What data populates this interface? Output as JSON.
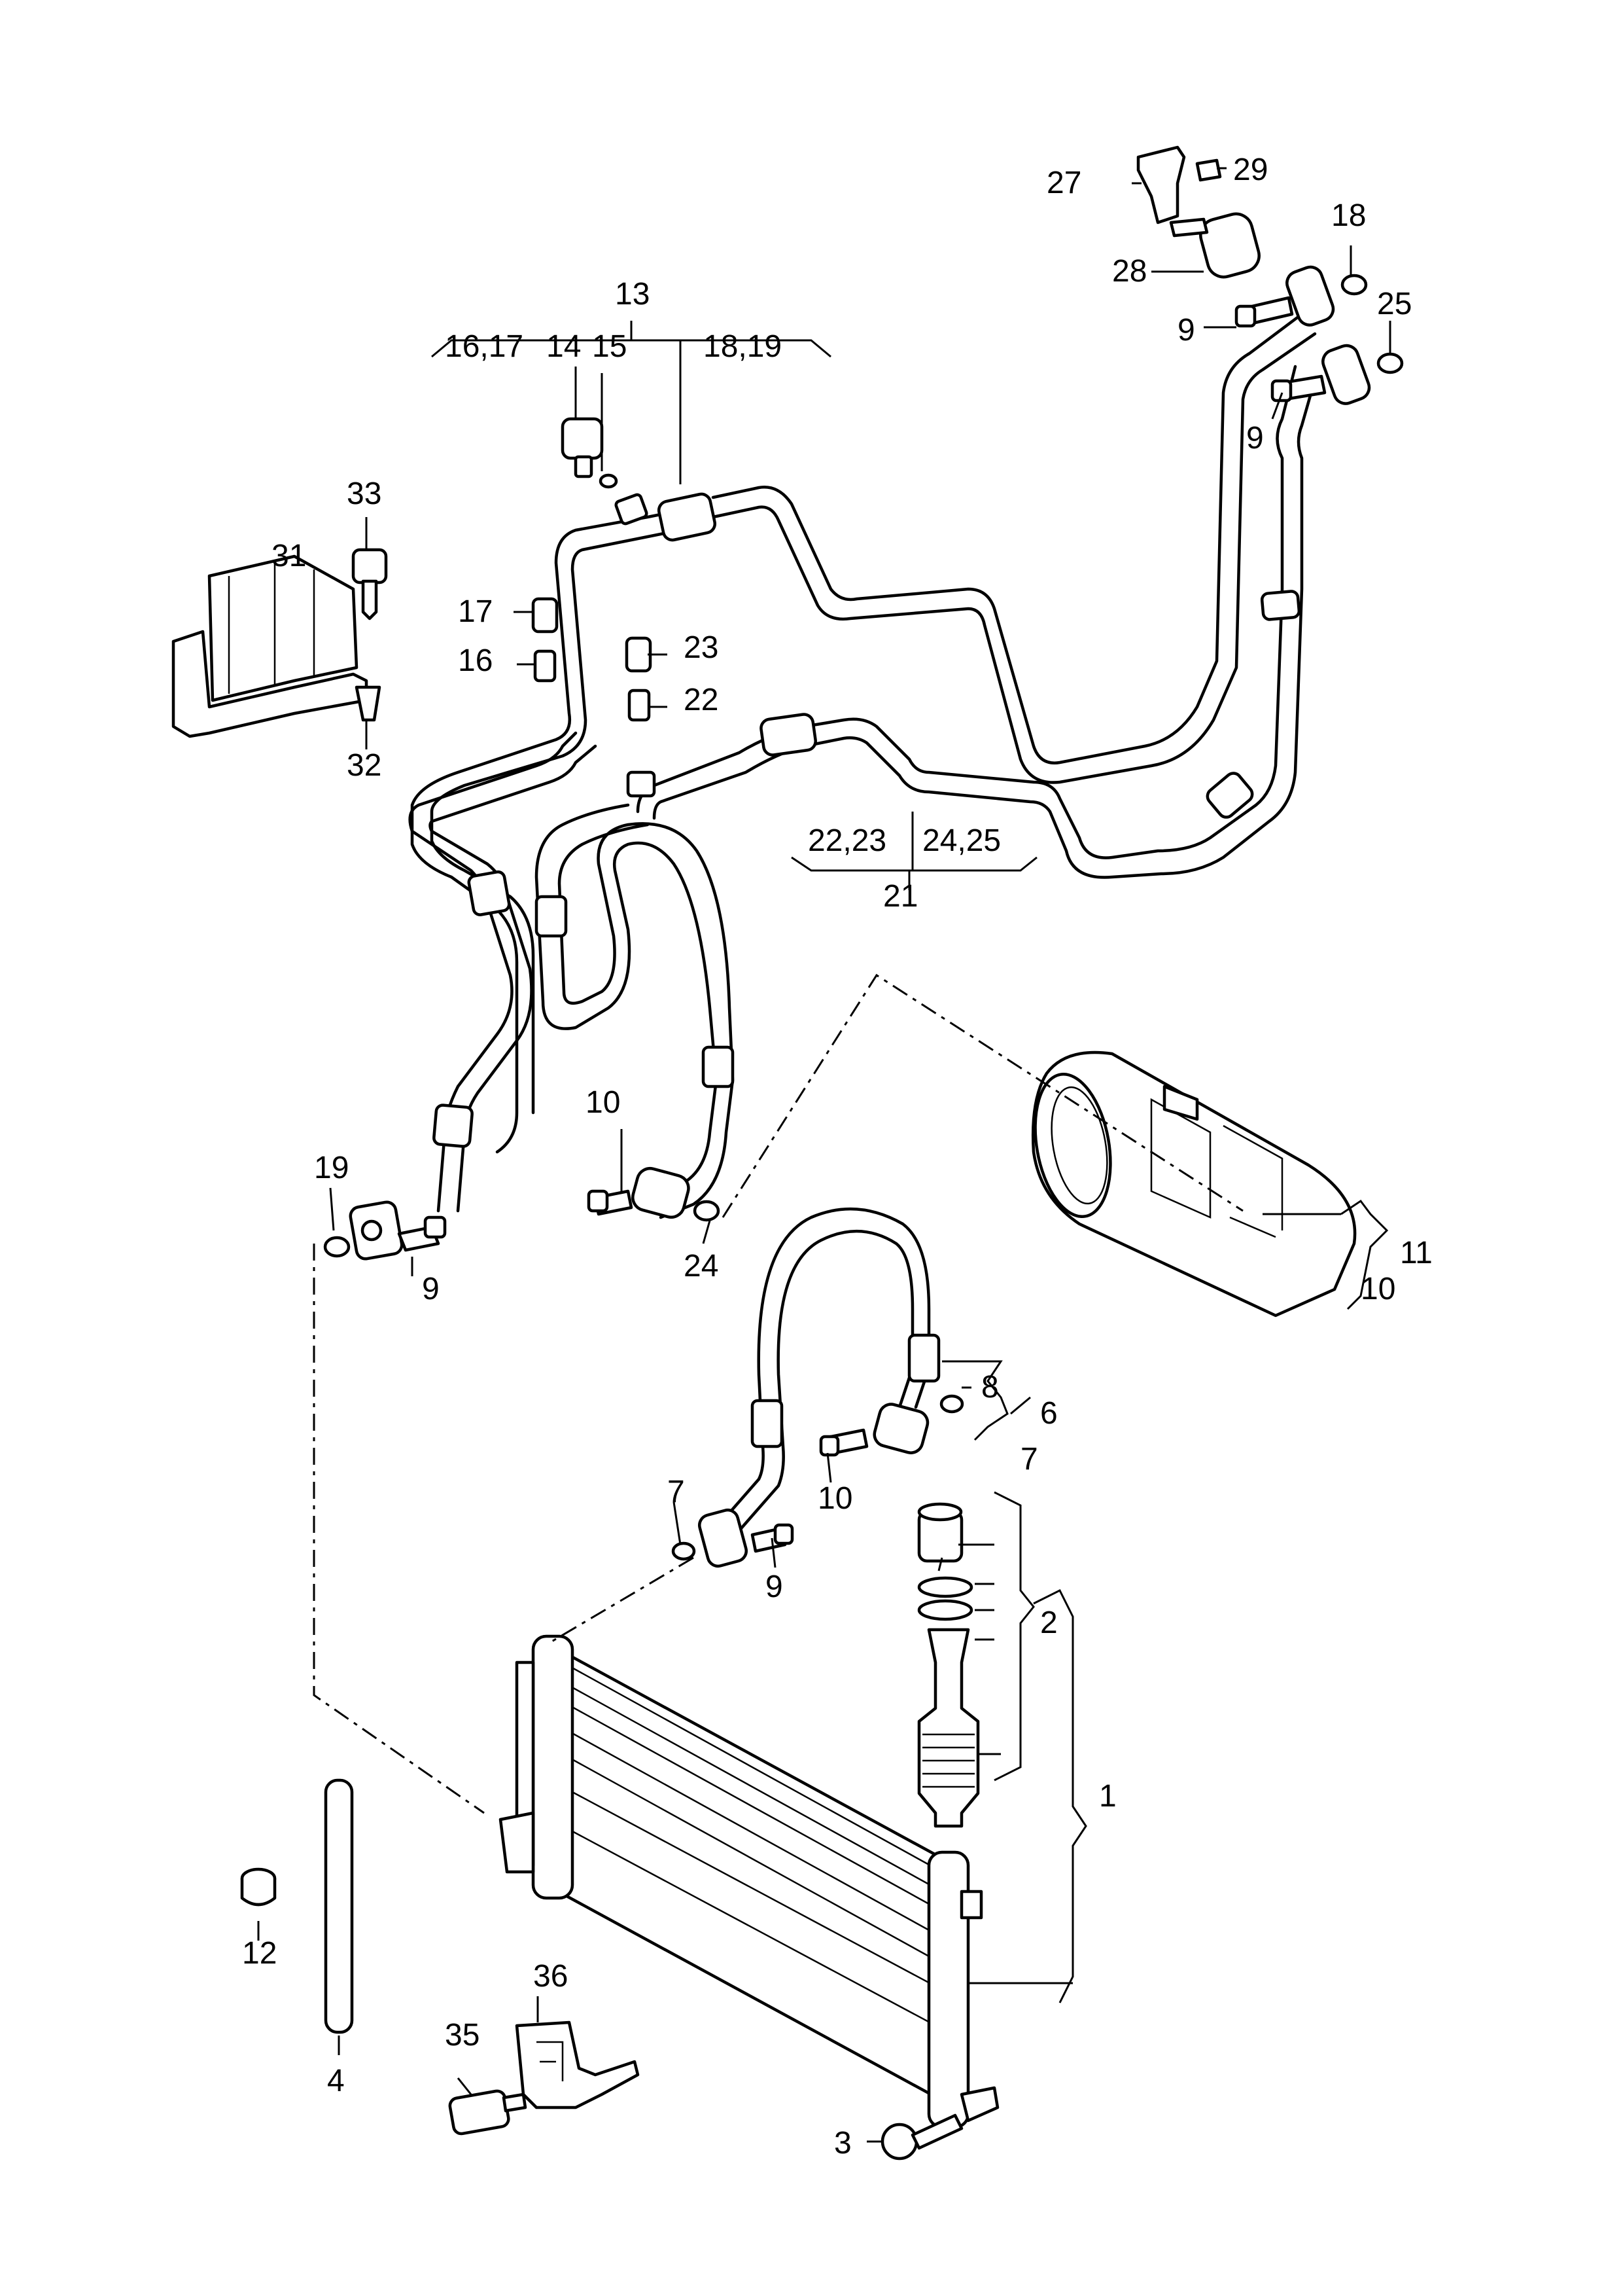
{
  "callouts": {
    "c1": "1",
    "c2": "2",
    "c3": "3",
    "c4": "4",
    "c6": "6",
    "c7a": "7",
    "c7b": "7",
    "c8": "8",
    "c9a": "9",
    "c9b": "9",
    "c9c": "9",
    "c9d": "9",
    "c10a": "10",
    "c10b": "10",
    "c10c": "10",
    "c11": "11",
    "c12": "12",
    "c13": "13",
    "c14": "14",
    "c15": "15",
    "c1617a": "16,17",
    "c16": "16",
    "c17": "17",
    "c18": "18",
    "c1819": "18,19",
    "c19": "19",
    "c21": "21",
    "c2223a": "22,23",
    "c22": "22",
    "c23": "23",
    "c24": "24",
    "c2425": "24,25",
    "c25": "25",
    "c27": "27",
    "c28": "28",
    "c29": "29",
    "c31": "31",
    "c32": "32",
    "c33": "33",
    "c35": "35",
    "c36": "36"
  }
}
